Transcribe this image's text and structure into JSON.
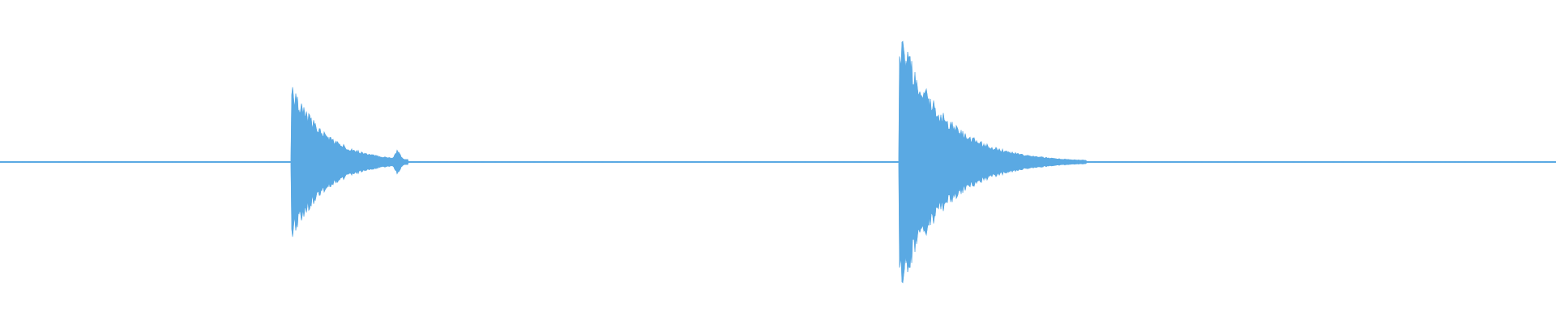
{
  "waveform": {
    "color": "#5aa9e3",
    "baseline_level": 0.003,
    "peak_level": 1.0,
    "events": [
      {
        "start": 0.1875,
        "peak": 0.45,
        "decay": 0.022,
        "tail": 0.075
      },
      {
        "start": 0.5781,
        "peak": 0.76,
        "decay": 0.028,
        "tail": 0.12
      }
    ]
  }
}
